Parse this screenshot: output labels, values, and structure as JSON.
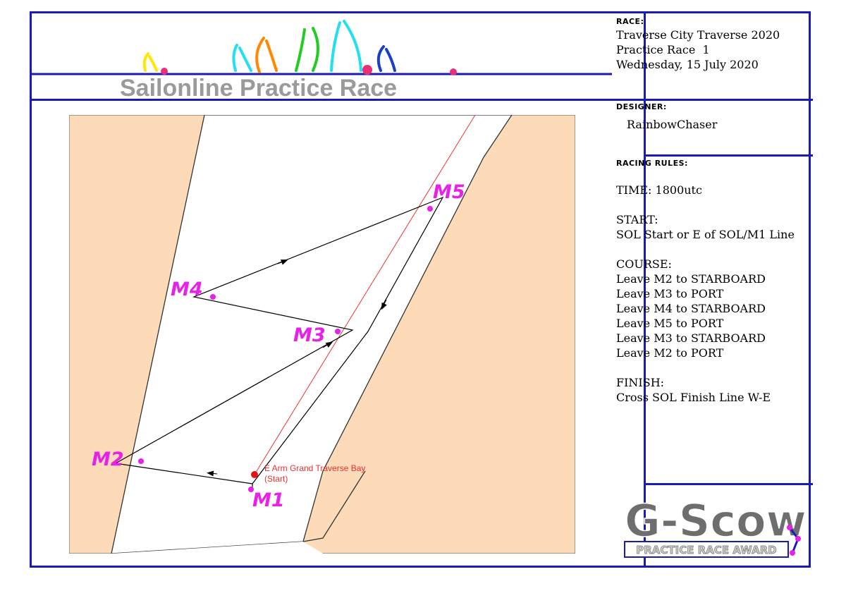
{
  "banner": {
    "title": "Sailonline Practice Race",
    "title_color": "#9a9a9a",
    "line_color": "#1a1ab8",
    "sail_colors": [
      "#ffe800",
      "#22e0f0",
      "#ff8800",
      "#22cc22",
      "#22e0f0",
      "#1a3fc8"
    ],
    "dot_color": "#e8307a"
  },
  "race": {
    "label": "RACE:",
    "name": "Traverse City Traverse 2020",
    "subtitle": "Practice Race  1",
    "date": "Wednesday, 15 July 2020"
  },
  "designer": {
    "label": "DESIGNER:",
    "name": "RainbowChaser"
  },
  "rules": {
    "label": "RACING RULES:",
    "time": "TIME: 1800utc",
    "start_heading": "START:",
    "start_text": "SOL Start or E of SOL/M1 Line",
    "course_heading": "COURSE:",
    "course_items": [
      "Leave M2 to STARBOARD",
      "Leave M3 to PORT",
      "Leave M4 to STARBOARD",
      "Leave M5 to PORT",
      "Leave M3 to STARBOARD",
      "Leave M2 to PORT"
    ],
    "finish_heading": "FINISH:",
    "finish_text": "Cross SOL Finish Line W-E"
  },
  "award": {
    "title": "G-Scow",
    "subtitle": "PRACTICE RACE AWARD",
    "title_color": "#6e6e6e"
  },
  "map": {
    "land_color": "#fddbb8",
    "water_color": "#ffffff",
    "rhumb_color": "#ee3333",
    "mark_color": "#e820e8",
    "start": {
      "label_line1": "E Arm Grand Traverse Bay",
      "label_line2": "(Start)"
    },
    "marks": [
      {
        "id": "M1",
        "label": "M1"
      },
      {
        "id": "M2",
        "label": "M2"
      },
      {
        "id": "M3",
        "label": "M3"
      },
      {
        "id": "M4",
        "label": "M4"
      },
      {
        "id": "M5",
        "label": "M5"
      }
    ]
  }
}
